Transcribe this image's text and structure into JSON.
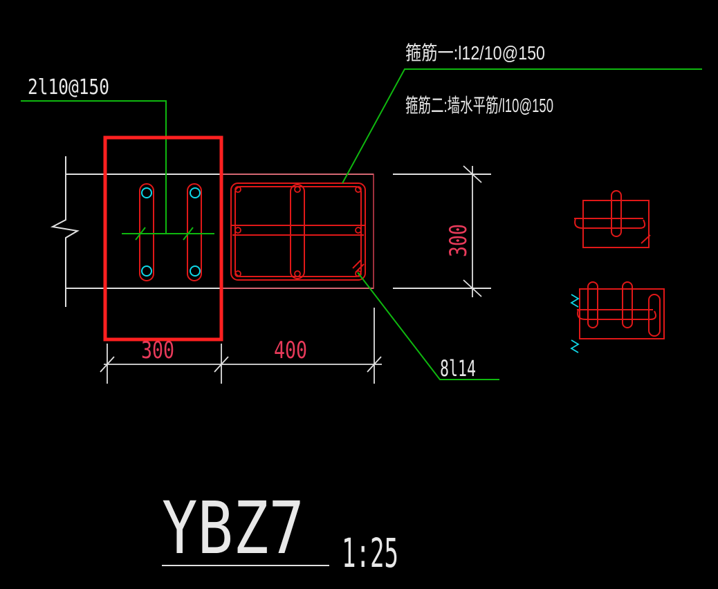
{
  "colors": {
    "background": "#000000",
    "outline": "#e0e0e0",
    "rebar": "#e01818",
    "leader": "#0fb80f",
    "bar_circle": "#10d8e8",
    "dimension_text": "#e83a5a",
    "highlight_box": "#ff2020"
  },
  "labels": {
    "left_callout": "2l10@150",
    "stirrup_one": "箍筋一:l12/10@150",
    "stirrup_two": "箍筋二:墙水平筋/l10@150",
    "bottom_bars": "8l14"
  },
  "dimensions": {
    "left_width": "300",
    "right_width": "400",
    "height": "300"
  },
  "title": {
    "name": "YBZ7",
    "scale": "1:25"
  }
}
